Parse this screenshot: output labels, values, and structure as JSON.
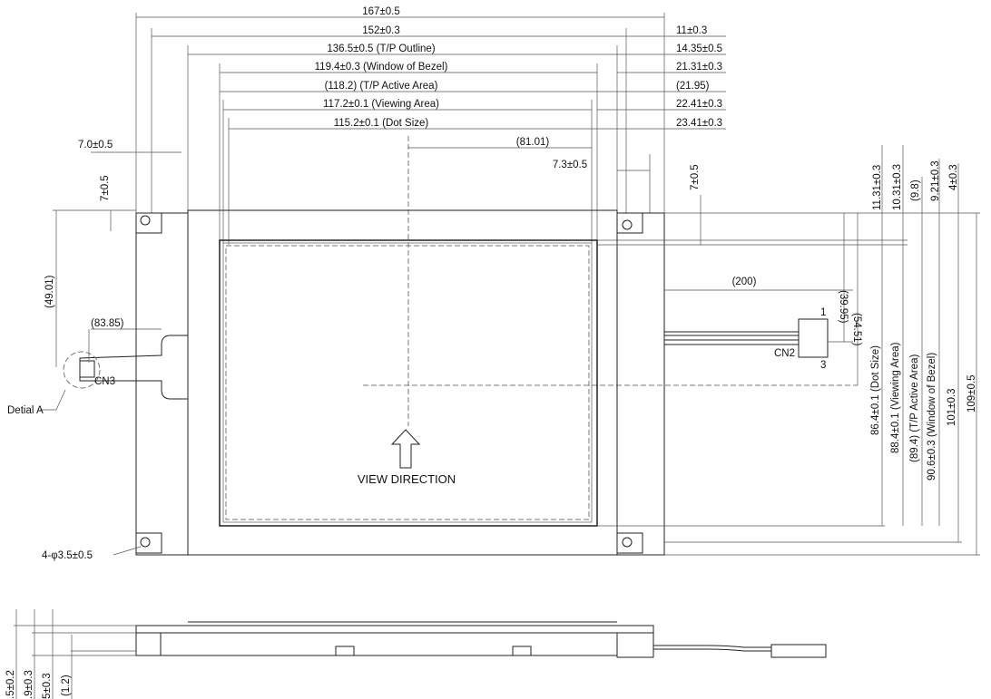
{
  "top_dims": {
    "d167": "167±0.5",
    "d152": "152±0.3",
    "d136": "136.5±0.5 (T/P  Outline)",
    "d119": "119.4±0.3 (Window  of  Bezel)",
    "d118": "(118.2) (T/P Active Area)",
    "d117": "117.2±0.1 (Viewing Area)",
    "d115": "115.2±0.1 (Dot Size)",
    "d81": "(81.01)",
    "d73": "7.3±0.5"
  },
  "right_dims": {
    "r11": "11±0.3",
    "r14": "14.35±0.5",
    "r21": "21.31±0.3",
    "r2195": "(21.95)",
    "r22": "22.41±0.3",
    "r23": "23.41±0.3"
  },
  "left_dims": {
    "l70": "7.0±0.5",
    "l7": "7±0.5",
    "l49": "(49.01)",
    "l83": "(83.85)",
    "cn3": "CN3",
    "detail": "Detial A",
    "holes": "4-φ3.5±0.5"
  },
  "center": {
    "view": "VIEW DIRECTION",
    "d200": "(200)",
    "d3995": "(39.95)",
    "d5451": "(54.51)",
    "pin1": "1",
    "cn2": "CN2",
    "pin3": "3",
    "d7": "7±0.5"
  },
  "vertical_dims": {
    "v1131": "11.31±0.3",
    "v1031": "10.31±0.3",
    "v98": "(9.8)",
    "v921": "9.21±0.3",
    "v4": "4±0.3",
    "v864": "86.4±0.1 (Dot Size)",
    "v884": "88.4±0.1 (Viewing Area)",
    "v894": "(89.4) (T/P Active Area)",
    "v906": "90.6±0.3 (Window of Bezel)",
    "v101": "101±0.3",
    "v109": "109±0.5"
  },
  "side_dims": {
    "s1": ".5±0.2",
    "s2": ".9±0.3",
    "s3": "5±0.3",
    "s4": "(1.2)"
  }
}
